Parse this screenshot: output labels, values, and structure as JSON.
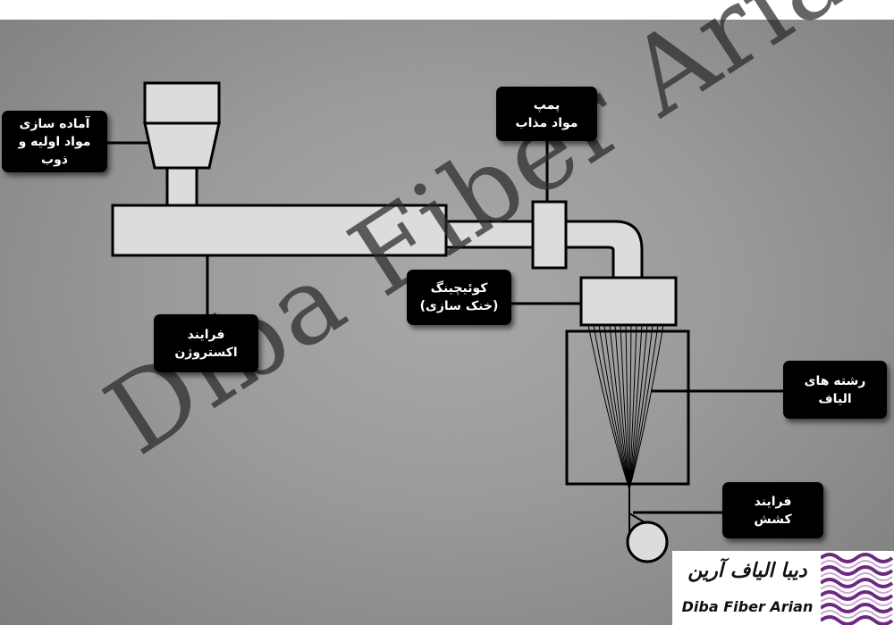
{
  "labels": {
    "raw_material": [
      "آماده سازی",
      "مواد اولیه و",
      "ذوب"
    ],
    "melt_pump": [
      "پمپ",
      "مواد مذاب"
    ],
    "quenching": [
      "کوئیچینگ",
      "(خنک سازی)"
    ],
    "extrusion": [
      "فرایند",
      "اکستروژن"
    ],
    "fibers": [
      "رشته های",
      "الیاف"
    ],
    "drawing": [
      "فرایند",
      "کشش"
    ]
  },
  "watermark": "Diba Fiber Arian",
  "logo": {
    "persian": "دیبا الیاف آرین",
    "english": "Diba Fiber Arian"
  },
  "colors": {
    "background": "#9a9a9a",
    "component_fill": "#dcdcdc",
    "label_bg": "#000000",
    "label_text": "#ffffff",
    "logo_purple": "#6a2b7e"
  }
}
